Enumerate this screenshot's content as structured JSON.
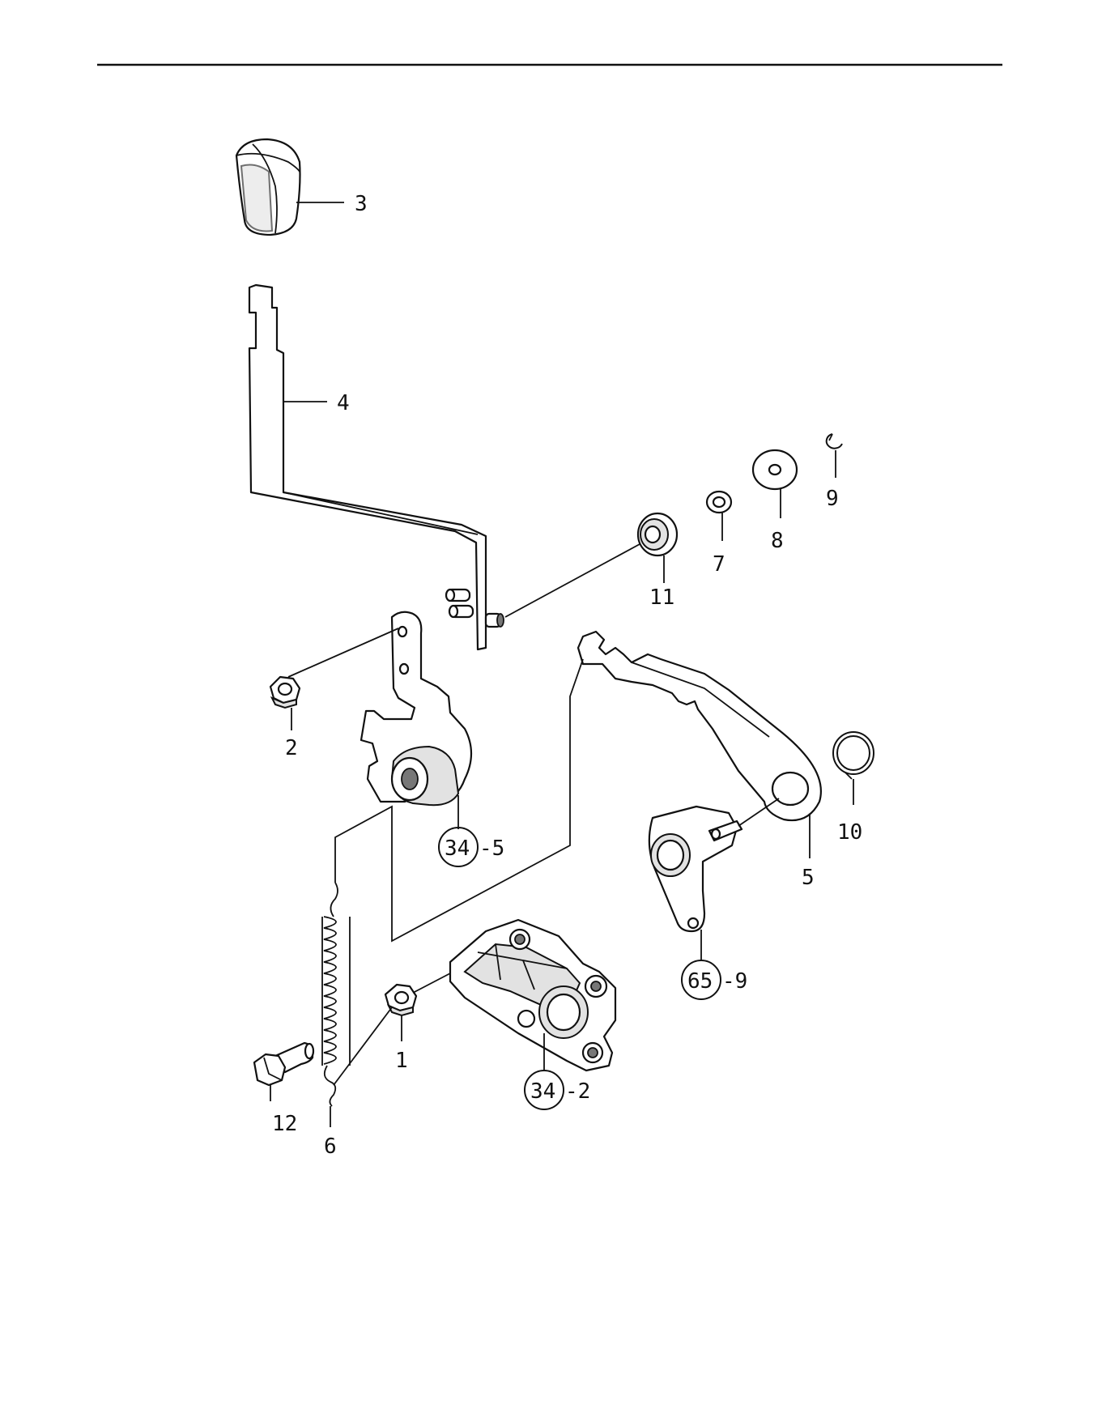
{
  "diagram": {
    "callouts": {
      "c3": "3",
      "c4": "4",
      "c9a": "9",
      "c8": "8",
      "c7": "7",
      "c11": "11",
      "c2": "2",
      "c5": "5",
      "c10": "10",
      "c1": "1",
      "c12": "12",
      "c6": "6",
      "sub1_circle": "34",
      "sub1_suffix": "-5",
      "sub2_circle": "65",
      "sub2_suffix": "-9",
      "sub3_circle": "34",
      "sub3_suffix": "-2"
    }
  }
}
